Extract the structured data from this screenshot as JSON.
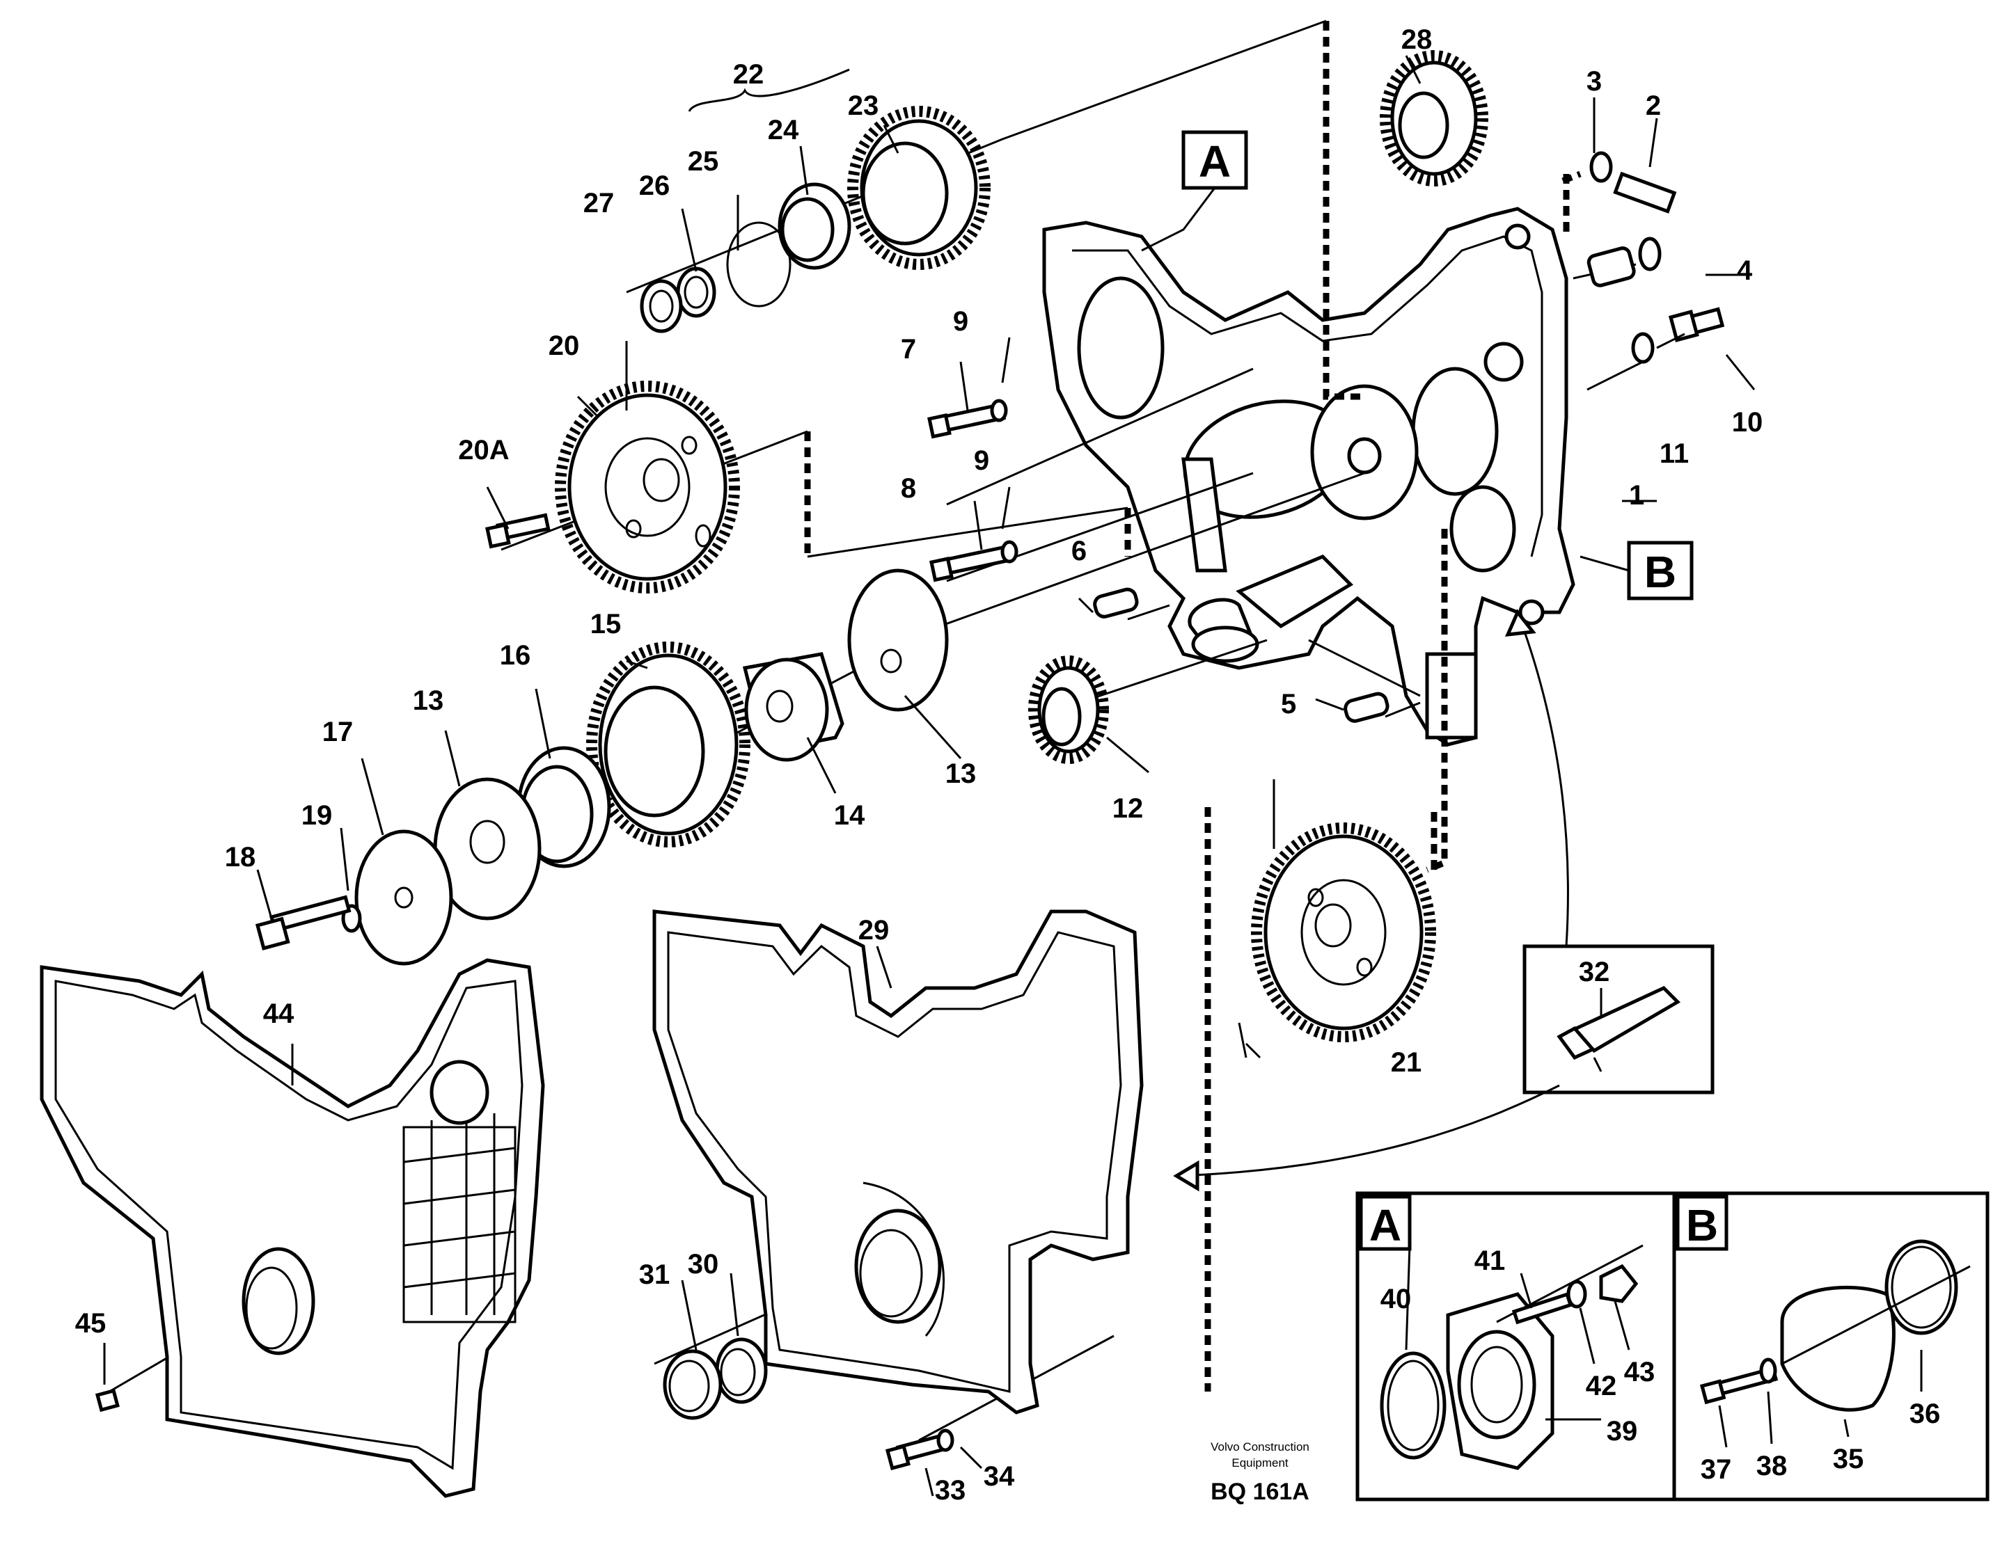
{
  "diagram": {
    "type": "exploded parts diagram",
    "box_labels": {
      "A": "A",
      "B": "B"
    },
    "credit_line1": "Volvo Construction",
    "credit_line2": "Equipment",
    "drawing_code": "BQ 161A",
    "callouts": {
      "c1": "1",
      "c2": "2",
      "c3": "3",
      "c4": "4",
      "c5": "5",
      "c6": "6",
      "c7": "7",
      "c8": "8",
      "c9a": "9",
      "c9b": "9",
      "c10": "10",
      "c11": "11",
      "c12": "12",
      "c13a": "13",
      "c13b": "13",
      "c14": "14",
      "c15": "15",
      "c16": "16",
      "c17": "17",
      "c18": "18",
      "c19": "19",
      "c20": "20",
      "c20A": "20A",
      "c21": "21",
      "c22": "22",
      "c23": "23",
      "c24": "24",
      "c25": "25",
      "c26": "26",
      "c27": "27",
      "c28": "28",
      "c29": "29",
      "c30": "30",
      "c31": "31",
      "c32": "32",
      "c33": "33",
      "c34": "34",
      "c35": "35",
      "c36": "36",
      "c37": "37",
      "c38": "38",
      "c39": "39",
      "c40": "40",
      "c41": "41",
      "c42": "42",
      "c43": "43",
      "c44": "44",
      "c45": "45"
    }
  }
}
